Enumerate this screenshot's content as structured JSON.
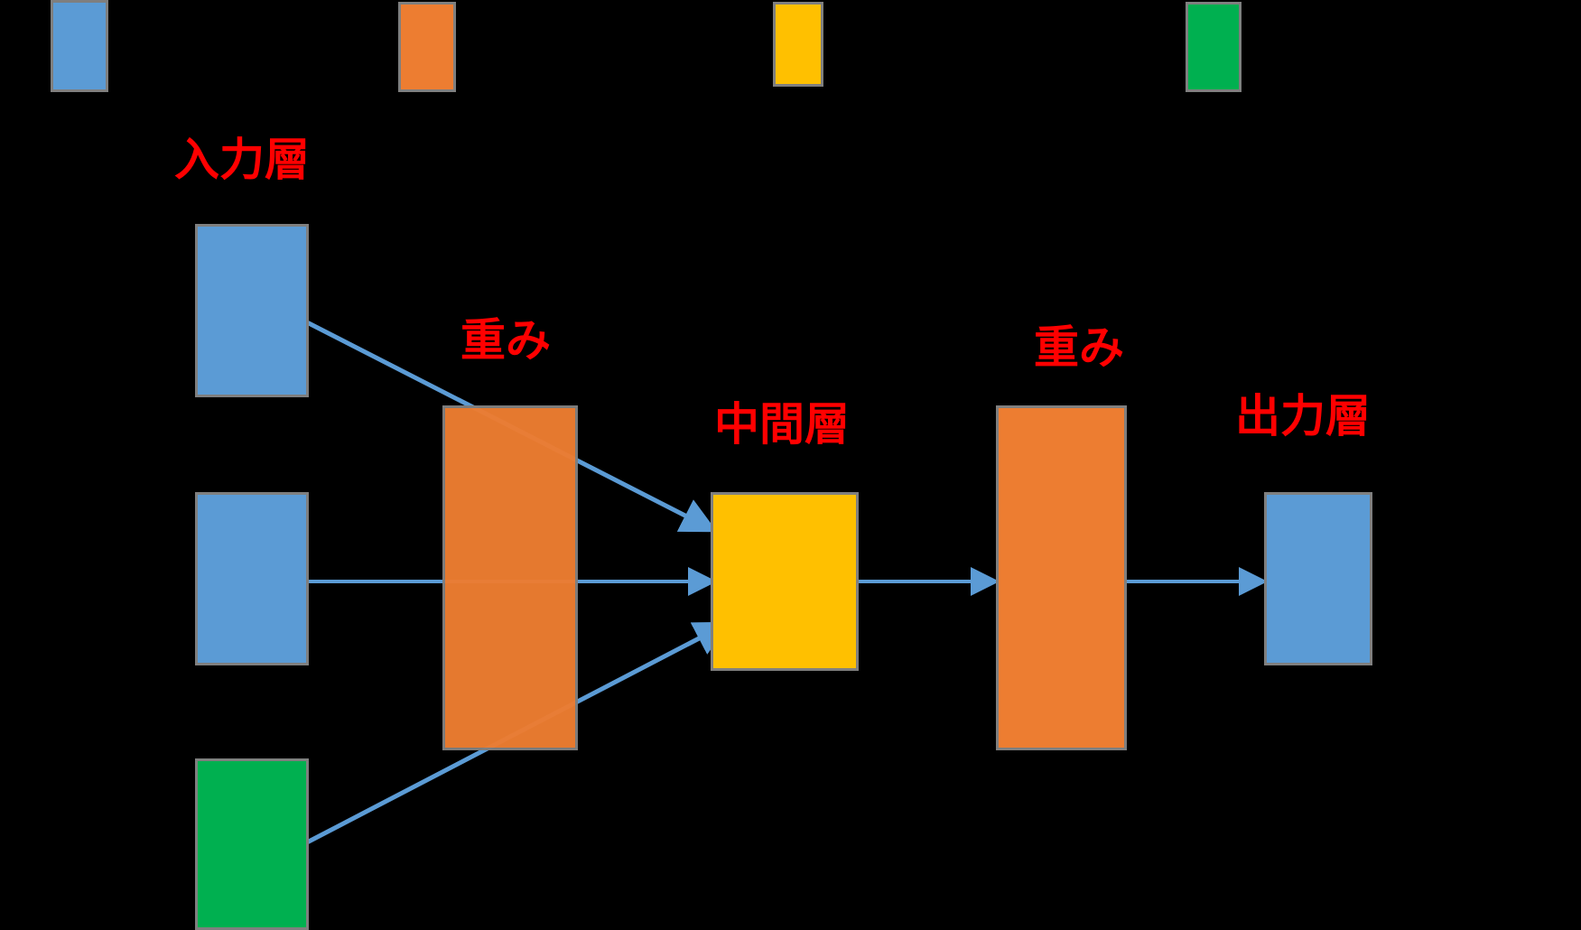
{
  "colors": {
    "background": "#000000",
    "input": "#5b9bd5",
    "weight": "#ed7d31",
    "hidden": "#ffc000",
    "bias": "#00b050",
    "border": "#7f7f7f",
    "arrow": "#5b9bd5",
    "label": "#ff0000"
  },
  "legend": [
    {
      "color": "#5b9bd5"
    },
    {
      "color": "#ed7d31"
    },
    {
      "color": "#ffc000"
    },
    {
      "color": "#00b050"
    }
  ],
  "labels": {
    "input_layer": "入力層",
    "weight_1": "重み",
    "hidden_layer": "中間層",
    "weight_2": "重み",
    "output_layer": "出力層"
  },
  "nodes": [
    {
      "id": "input-1",
      "type": "input"
    },
    {
      "id": "input-2",
      "type": "input"
    },
    {
      "id": "input-3",
      "type": "bias"
    },
    {
      "id": "weight-1",
      "type": "weight"
    },
    {
      "id": "hidden-1",
      "type": "hidden"
    },
    {
      "id": "weight-2",
      "type": "weight"
    },
    {
      "id": "output-1",
      "type": "input"
    }
  ],
  "edges": [
    {
      "from": "input-1",
      "to": "hidden-1"
    },
    {
      "from": "input-2",
      "to": "hidden-1"
    },
    {
      "from": "input-3",
      "to": "hidden-1"
    },
    {
      "from": "hidden-1",
      "to": "weight-2"
    },
    {
      "from": "weight-2",
      "to": "output-1"
    }
  ]
}
